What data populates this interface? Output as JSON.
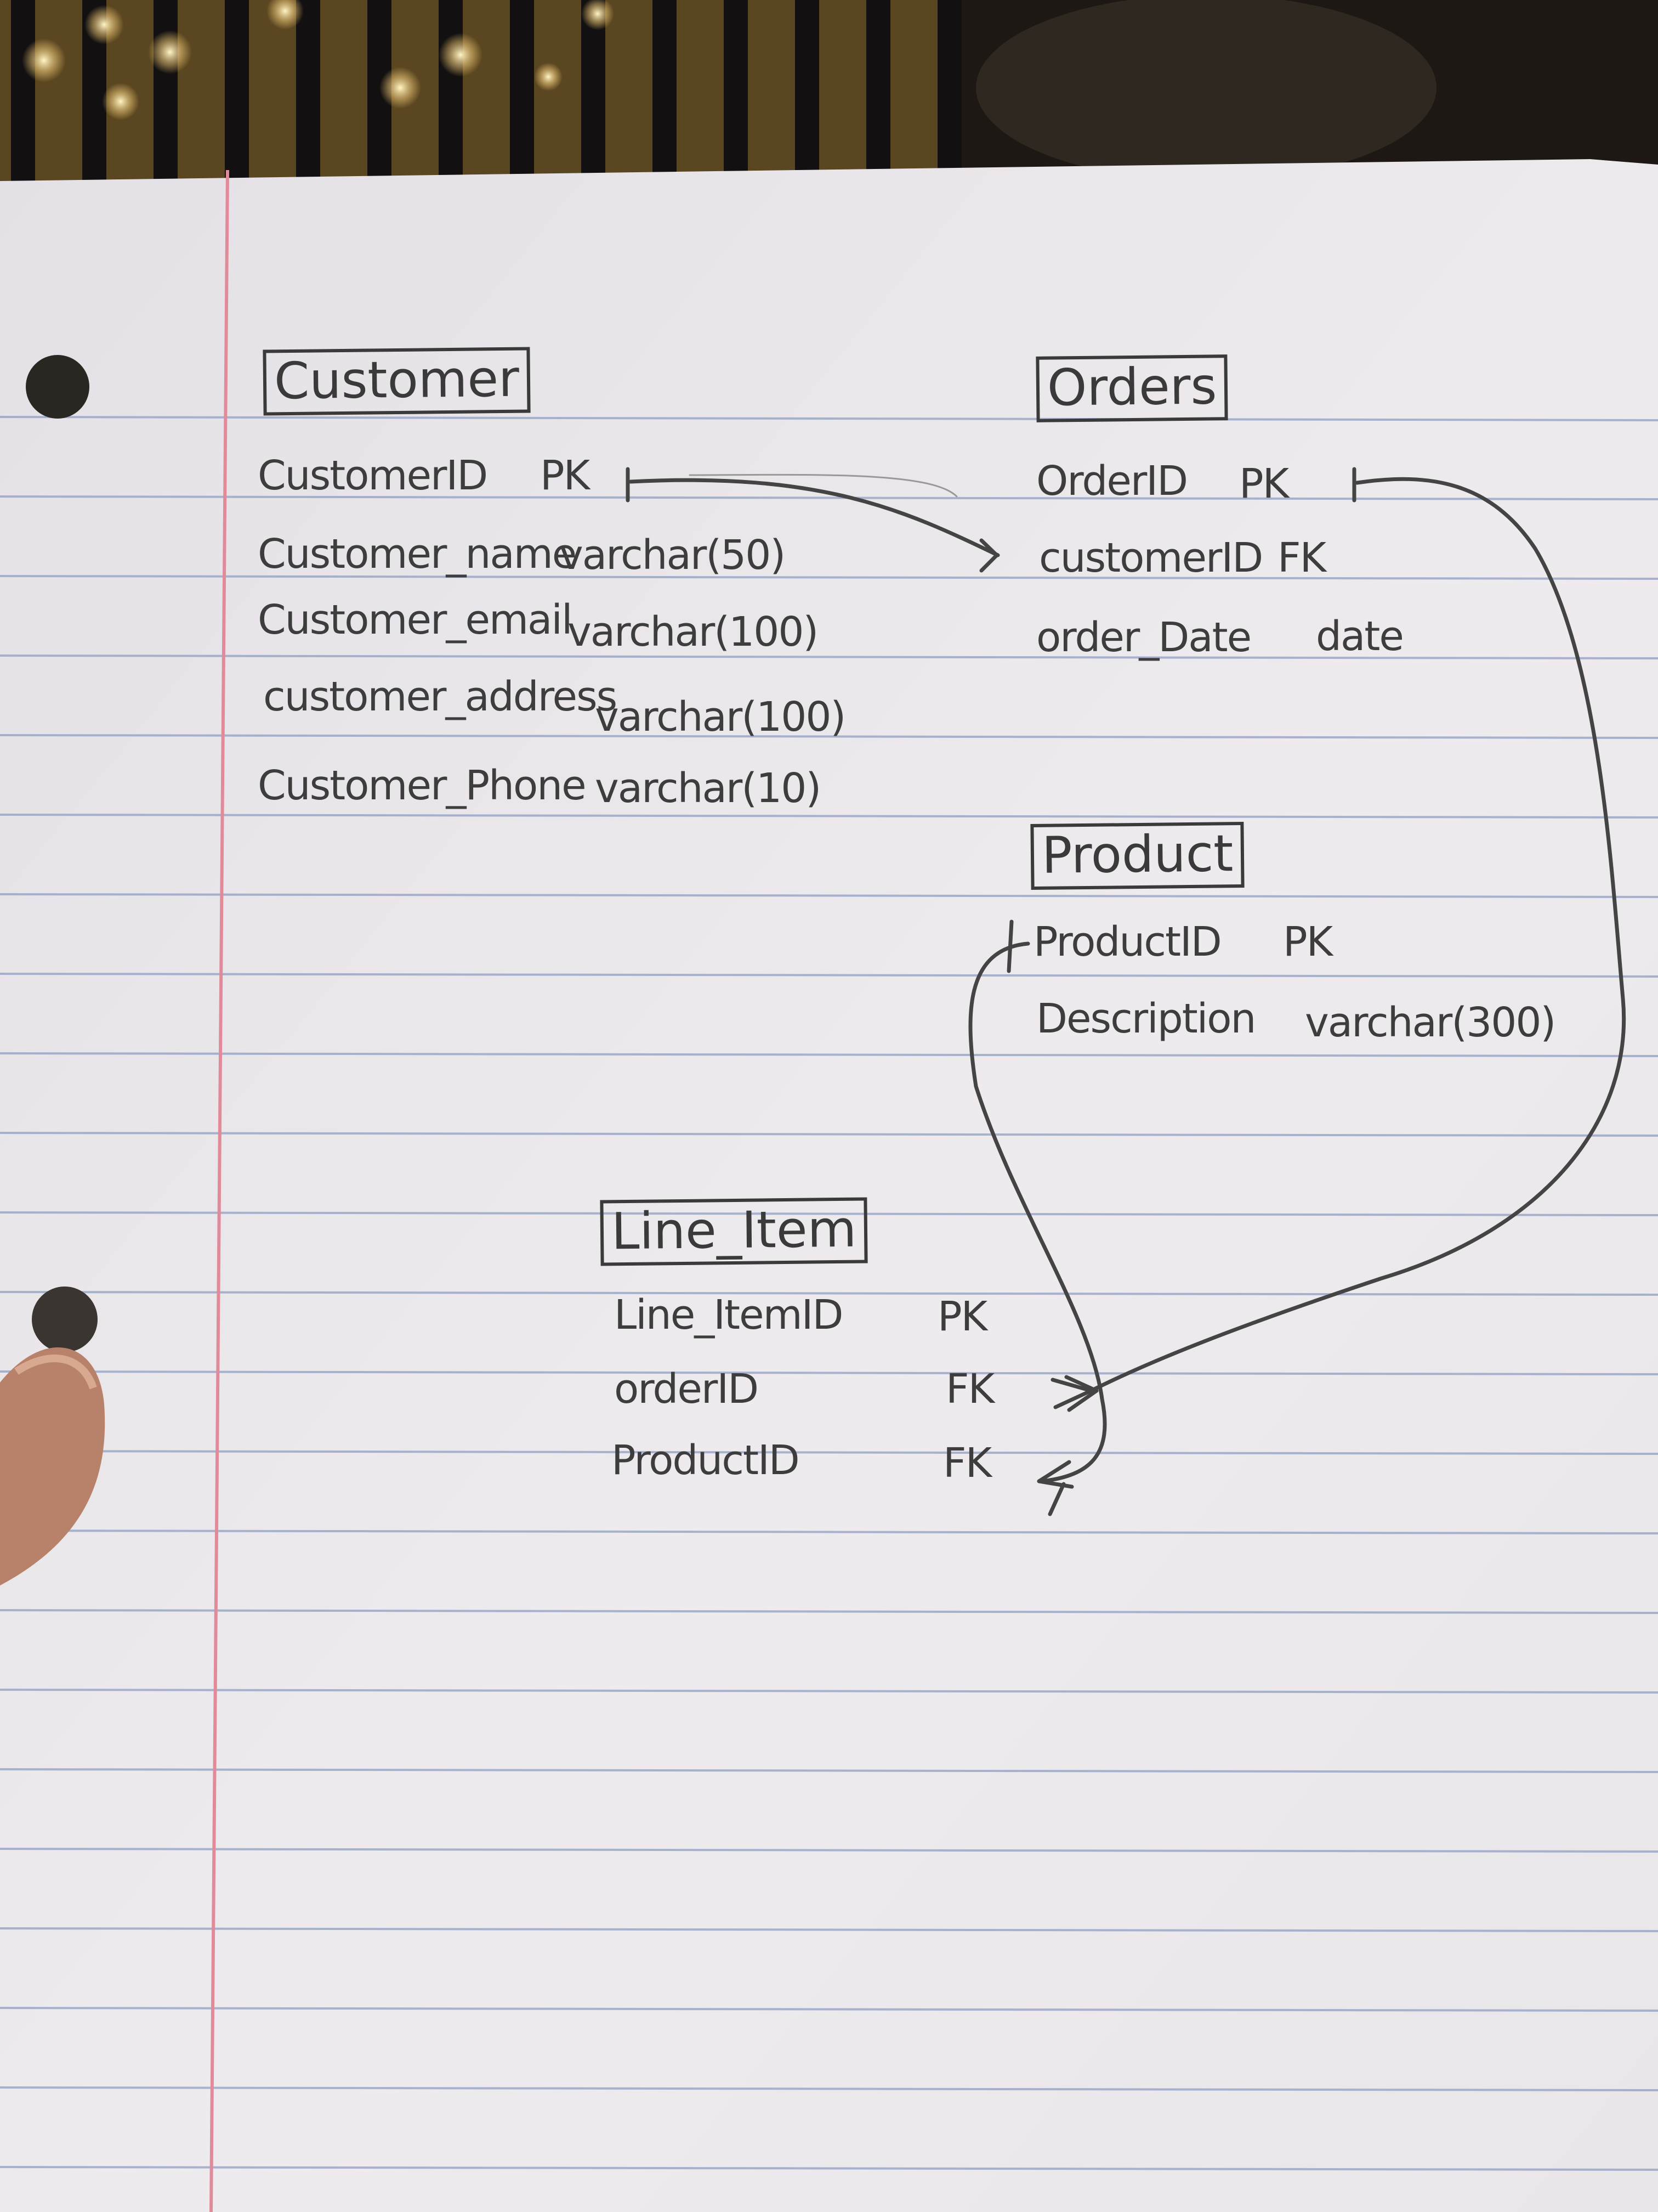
{
  "entities": {
    "customer": {
      "title": "Customer",
      "fields": [
        {
          "name": "CustomerID",
          "type": "PK"
        },
        {
          "name": "Customer_name",
          "type": "varchar(50)"
        },
        {
          "name": "Customer_email",
          "type": "varchar(100)"
        },
        {
          "name": "customer_address",
          "type": "varchar(100)"
        },
        {
          "name": "Customer_Phone",
          "type": "varchar(10)"
        }
      ]
    },
    "orders": {
      "title": "Orders",
      "fields": [
        {
          "name": "OrderID",
          "type": "PK"
        },
        {
          "name": "customerID",
          "type": "FK"
        },
        {
          "name": "order_Date",
          "type": "date"
        }
      ]
    },
    "product": {
      "title": "Product",
      "fields": [
        {
          "name": "ProductID",
          "type": "PK"
        },
        {
          "name": "Description",
          "type": "varchar(300)"
        }
      ]
    },
    "line_item": {
      "title": "Line_Item",
      "fields": [
        {
          "name": "Line_ItemID",
          "type": "PK"
        },
        {
          "name": "orderID",
          "type": "FK"
        },
        {
          "name": "ProductID",
          "type": "FK"
        }
      ]
    }
  },
  "relationships": [
    {
      "from": "Customer.CustomerID",
      "to": "Orders.customerID",
      "cardinality": "one-to-many"
    },
    {
      "from": "Orders.OrderID",
      "to": "Line_Item.orderID",
      "cardinality": "one-to-many"
    },
    {
      "from": "Product.ProductID",
      "to": "Line_Item.ProductID",
      "cardinality": "one-to-many"
    }
  ],
  "colors": {
    "paper": "#ece9ec",
    "ink": "#3a3a3a",
    "ruled_line": "#8f9fc4",
    "margin_line": "#e08a9a",
    "backdrop": "#1a140c"
  }
}
